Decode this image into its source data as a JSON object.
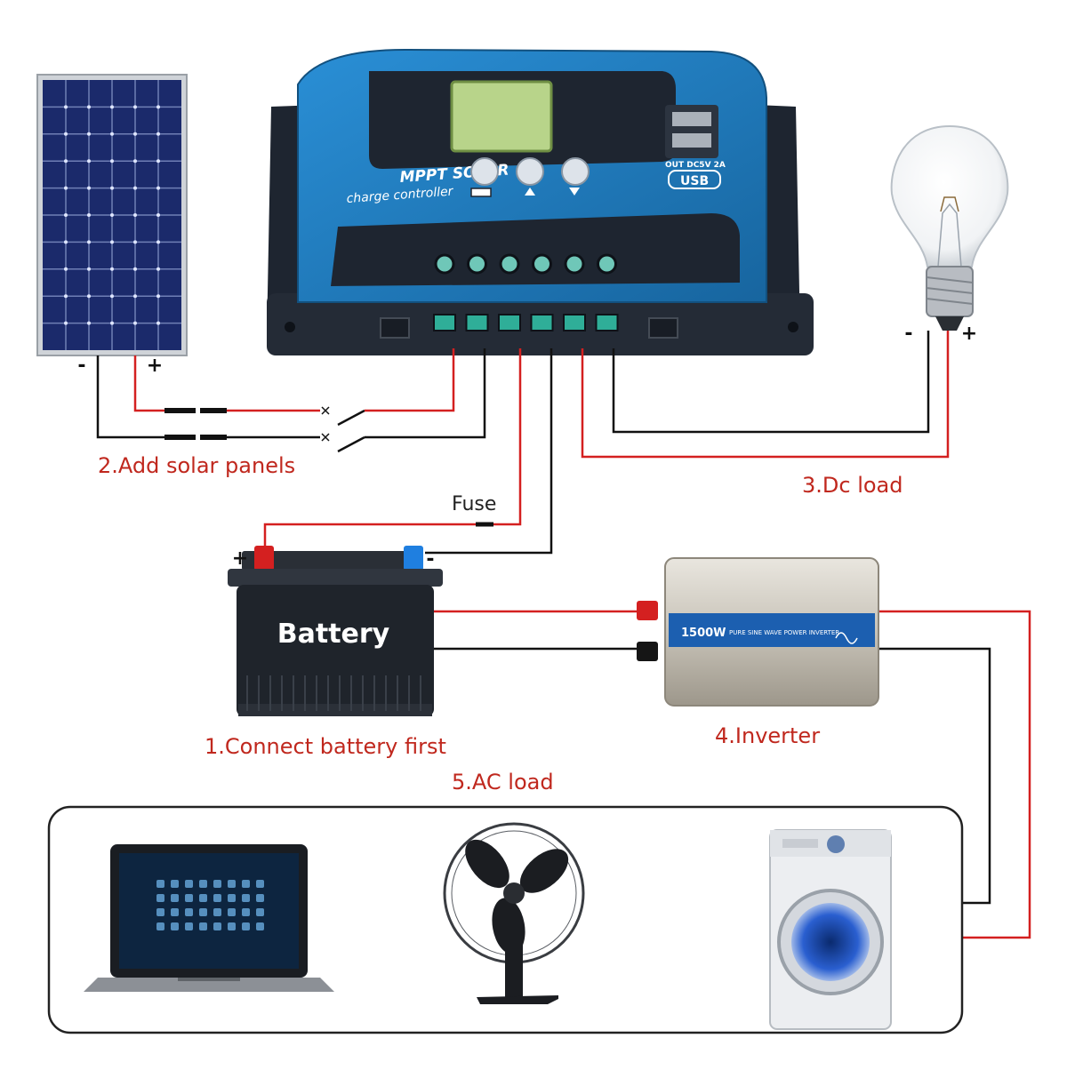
{
  "labels": {
    "step2": "2.Add solar panels",
    "step3": "3.Dc load",
    "step1": "1.Connect battery first",
    "step4": "4.Inverter",
    "step5": "5.AC load",
    "fuse": "Fuse",
    "battery": "Battery"
  },
  "polarity": {
    "plus": "+",
    "minus": "-"
  },
  "controller": {
    "brand_line1": "MPPT SOLAR",
    "brand_line2": "charge controller",
    "usb_spec": "OUT DC5V 2A",
    "usb_badge": "USB"
  },
  "inverter": {
    "power_text": "1500W",
    "description": "PURE SINE WAVE POWER INVERTER"
  },
  "colors": {
    "label_red": "#c0281e",
    "wire_red": "#d42020",
    "wire_black": "#111111",
    "controller_blue": "#1f7fc4",
    "controller_dark": "#1e2530",
    "panel_cell": "#1b2a6b",
    "lcd": "#b8d48a"
  }
}
